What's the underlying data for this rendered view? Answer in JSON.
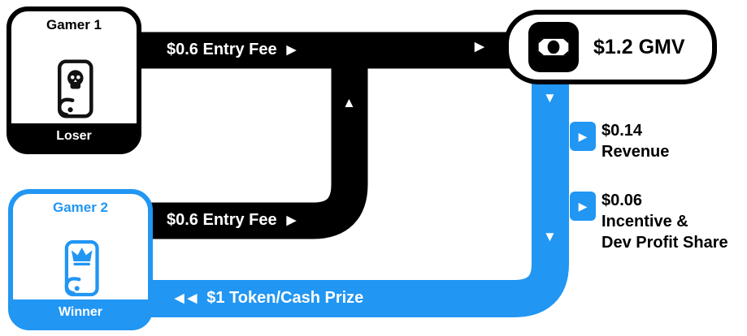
{
  "diagram": {
    "nodes": {
      "gamer1": {
        "title": "Gamer 1",
        "badge": "Loser"
      },
      "gamer2": {
        "title": "Gamer 2",
        "badge": "Winner"
      },
      "gmv": {
        "label": "$1.2 GMV"
      }
    },
    "flows": {
      "entry_fee_top": {
        "label": "$0.6 Entry Fee",
        "arrow": "▶",
        "end_arrow": "▶"
      },
      "entry_fee_bottom": {
        "label": "$0.6 Entry Fee",
        "arrow": "▶",
        "merge_arrow": "▲"
      },
      "payout": {
        "arrows": "◀ ◀",
        "label": "$1 Token/Cash Prize",
        "down_arrow_1": "▼",
        "down_arrow_2": "▼"
      },
      "revenue": {
        "arrow": "▶",
        "amount": "$0.14",
        "label": "Revenue"
      },
      "incentive": {
        "arrow": "▶",
        "amount": "$0.06",
        "label_line1": "Incentive &",
        "label_line2": "Dev Profit Share"
      }
    },
    "colors": {
      "black": "#000000",
      "blue": "#2196F3",
      "white": "#ffffff"
    }
  }
}
